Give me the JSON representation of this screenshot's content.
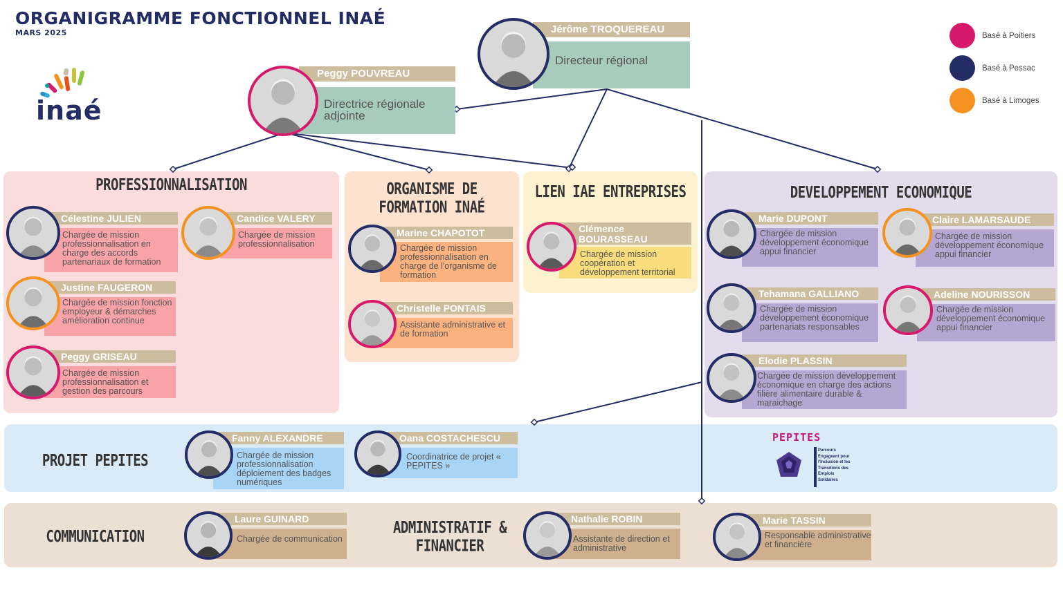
{
  "header": {
    "title": "ORGANIGRAMME FONCTIONNEL INAÉ",
    "date": "MARS 2025"
  },
  "logo": {
    "text": "inaé",
    "icon": "inae-logo-icon"
  },
  "legend": [
    {
      "label": "Basé à Poitiers",
      "color": "#d6196b"
    },
    {
      "label": "Basé à Pessac",
      "color": "#232c64"
    },
    {
      "label": "Basé à Limoges",
      "color": "#f39221"
    }
  ],
  "directors": {
    "director": {
      "name": "Jérôme TROQUEREAU",
      "role": "Directeur régional"
    },
    "deputy": {
      "name": "Peggy POUVREAU",
      "role": "Directrice régionale adjointe"
    }
  },
  "sections": {
    "professionnalisation": {
      "title": "PROFESSIONNALISATION",
      "people": [
        {
          "name": "Célestine JULIEN",
          "role": "Chargée de mission professionnalisation en charge des accords partenariaux de formation"
        },
        {
          "name": "Candice VALERY",
          "role": "Chargée de mission professionnalisation"
        },
        {
          "name": "Justine FAUGERON",
          "role": "Chargée de mission fonction employeur & démarches amélioration continue"
        },
        {
          "name": "Peggy GRISEAU",
          "role": "Chargée de mission professionnalisation et gestion des parcours"
        }
      ]
    },
    "formation": {
      "title": "ORGANISME DE FORMATION INAÉ",
      "people": [
        {
          "name": "Marine CHAPOTOT",
          "role": "Chargée de mission professionnalisation en charge de l'organisme de formation"
        },
        {
          "name": "Christelle PONTAIS",
          "role": "Assistante administrative et de formation"
        }
      ]
    },
    "lien": {
      "title": "LIEN IAE ENTREPRISES",
      "people": [
        {
          "name": "Clémence BOURASSEAU",
          "role": "Chargée de mission coopération et développement territorial"
        }
      ]
    },
    "developpement": {
      "title": "DEVELOPPEMENT ECONOMIQUE",
      "people": [
        {
          "name": "Marie DUPONT",
          "role": "Chargée de mission développement économique appui financier"
        },
        {
          "name": "Claire LAMARSAUDE",
          "role": "Chargée de mission développement économique appui financier"
        },
        {
          "name": "Tehamana GALLIANO",
          "role": "Chargée de mission développement économique partenariats responsables"
        },
        {
          "name": "Adeline NOURISSON",
          "role": "Chargée de mission développement économique appui financier"
        },
        {
          "name": "Elodie PLASSIN",
          "role": "Chargée de mission développement économique en charge des actions filière alimentaire durable & maraichage"
        }
      ]
    },
    "pepites": {
      "title": "PROJET PEPITES",
      "logo_title": "PEPITES",
      "logo_text": "Parcours Engageant pour l'Inclusion et les Transitions des Emplois Solidaires",
      "people": [
        {
          "name": "Fanny ALEXANDRE",
          "role": "Chargée de mission professionnalisation déploiement des badges numériques"
        },
        {
          "name": "Oana COSTACHESCU",
          "role": "Coordinatrice de projet « PEPITES »"
        }
      ]
    },
    "communication": {
      "title": "COMMUNICATION",
      "people": [
        {
          "name": "Laure GUINARD",
          "role": "Chargée de communication"
        }
      ]
    },
    "admin": {
      "title": "ADMINISTRATIF & FINANCIER",
      "people": [
        {
          "name": "Nathalie ROBIN",
          "role": "Assistante de direction et administrative"
        },
        {
          "name": "Marie TASSIN",
          "role": "Responsable administrative et financière"
        }
      ]
    }
  },
  "colors": {
    "navy": "#232c64",
    "pink": "#d6196b",
    "orange": "#f39221",
    "nameplate": "#cbbd9d"
  }
}
